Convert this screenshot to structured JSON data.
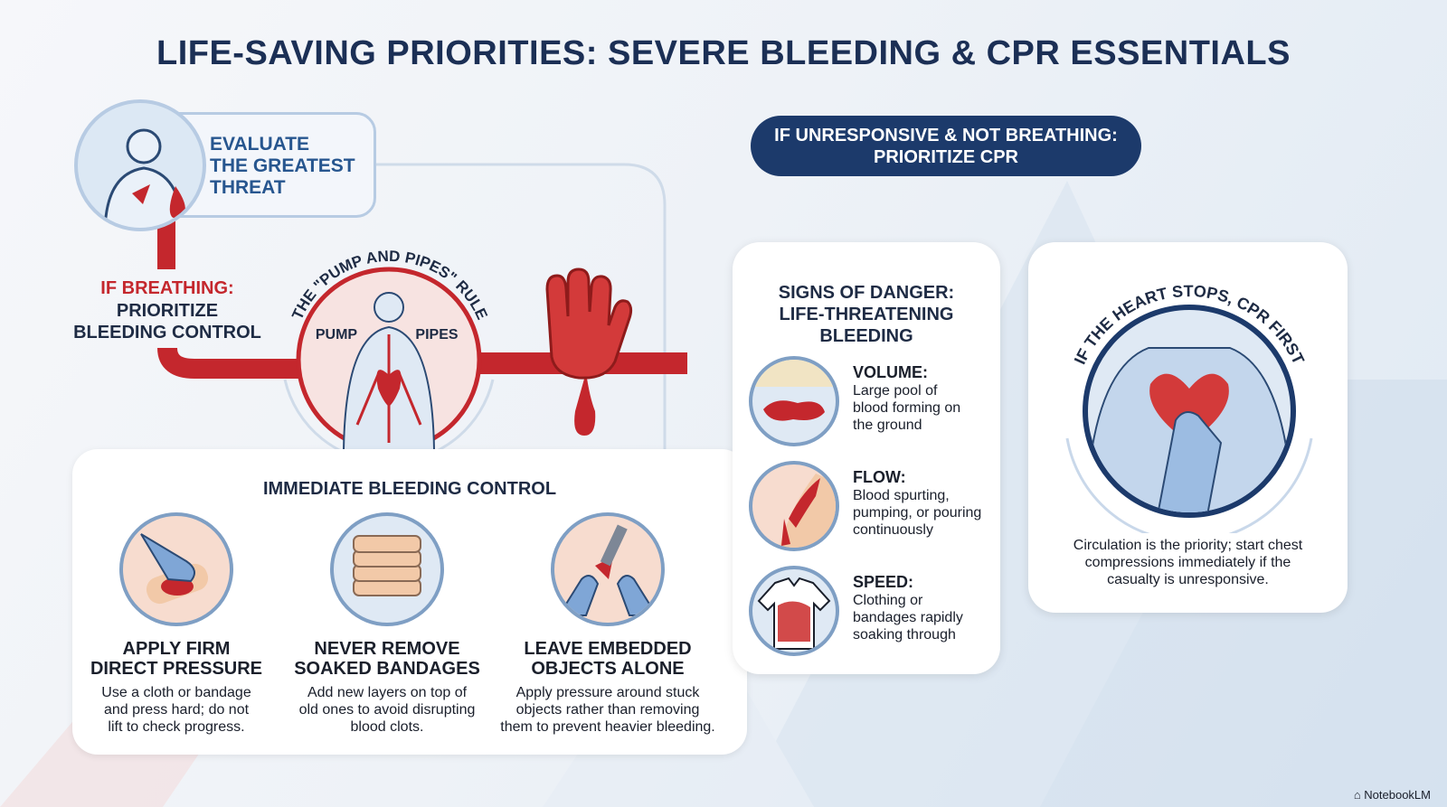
{
  "title": "LIFE-SAVING PRIORITIES: SEVERE BLEEDING & CPR ESSENTIALS",
  "evaluate": {
    "lines": [
      "EVALUATE",
      "THE GREATEST",
      "THREAT"
    ],
    "icon": "person-bleeding-icon"
  },
  "breathing": {
    "condition": "IF BREATHING:",
    "action_lines": [
      "PRIORITIZE",
      "BLEEDING CONTROL"
    ]
  },
  "pump_pipes": {
    "rule": "THE \"PUMP AND PIPES\" RULE",
    "pump_label": "PUMP",
    "pipes_label": "PIPES",
    "icon": "circulatory-system-icon"
  },
  "cpr_pill": {
    "lines": [
      "IF UNRESPONSIVE & NOT BREATHING:",
      "PRIORITIZE CPR"
    ]
  },
  "bleeding_control": {
    "heading": "IMMEDIATE BLEEDING CONTROL",
    "steps": [
      {
        "title_lines": [
          "APPLY FIRM",
          "DIRECT PRESSURE"
        ],
        "desc_lines": [
          "Use a cloth or bandage",
          "and press hard; do not",
          "lift to check progress."
        ],
        "icon": "hand-pressing-bandage-icon"
      },
      {
        "title_lines": [
          "NEVER REMOVE",
          "SOAKED BANDAGES"
        ],
        "desc_lines": [
          "Add new layers on top of",
          "old ones to avoid disrupting",
          "blood clots."
        ],
        "icon": "stacked-bandages-icon"
      },
      {
        "title_lines": [
          "LEAVE EMBEDDED",
          "OBJECTS ALONE"
        ],
        "desc_lines": [
          "Apply pressure around stuck",
          "objects rather than removing",
          "them to prevent heavier bleeding."
        ],
        "icon": "embedded-object-icon"
      }
    ]
  },
  "signs": {
    "heading_lines": [
      "SIGNS OF DANGER:",
      "LIFE-THREATENING",
      "BLEEDING"
    ],
    "items": [
      {
        "title": "VOLUME:",
        "desc_lines": [
          "Large pool of",
          "blood forming on",
          "the ground"
        ],
        "icon": "blood-pool-icon"
      },
      {
        "title": "FLOW:",
        "desc_lines": [
          "Blood spurting,",
          "pumping, or pouring",
          "continuously"
        ],
        "icon": "spurting-blood-icon"
      },
      {
        "title": "SPEED:",
        "desc_lines": [
          "Clothing or",
          "bandages rapidly",
          "soaking through"
        ],
        "icon": "soaked-shirt-icon"
      }
    ]
  },
  "cpr": {
    "arc_title": "IF THE HEART STOPS, CPR FIRST",
    "desc_lines": [
      "Circulation is the priority; start chest",
      "compressions immediately if the",
      "casualty is unresponsive."
    ],
    "icon": "chest-compression-icon"
  },
  "brand": "NotebookLM",
  "colors": {
    "navy": "#1c3a6b",
    "red": "#c4272d",
    "light_blue": "#b7cbe3",
    "title": "#1b2f55"
  }
}
